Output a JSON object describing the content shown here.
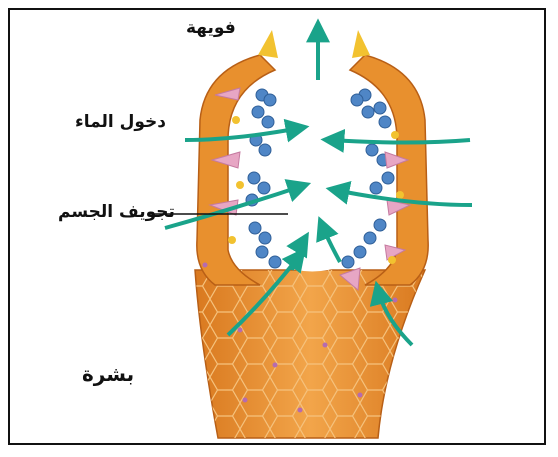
{
  "labels": {
    "osculum": "فويهة",
    "water_entry": "دخول الماء",
    "body_cavity": "تجويف الجسم",
    "epidermis": "بشرة"
  },
  "colors": {
    "body_orange": "#e8902e",
    "body_dark": "#c96a18",
    "collar_cell_blue": "#4f86c6",
    "amoebocyte_yellow": "#f2c230",
    "pinacocyte_pink": "#e7a6c4",
    "water_arrow_teal": "#1aa38a",
    "pore_cell_purple": "#b56bb0"
  }
}
